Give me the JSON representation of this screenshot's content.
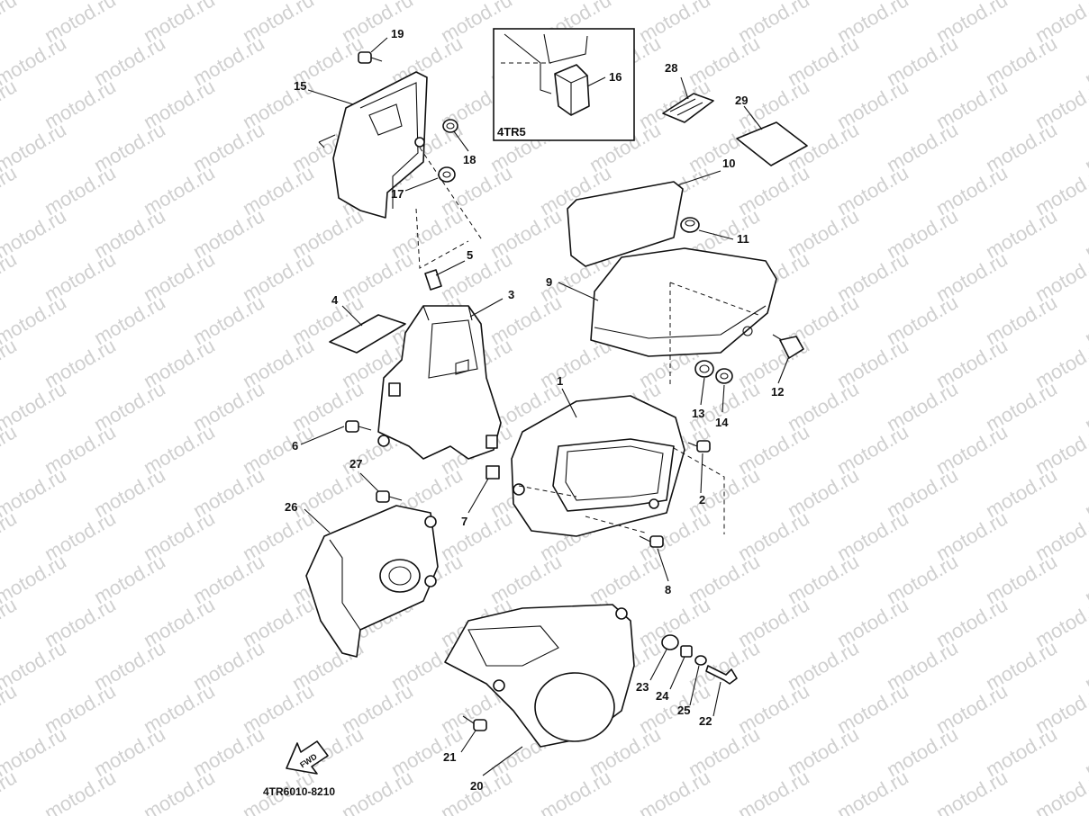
{
  "watermark": "motod.ru",
  "inset_label": "4TR5",
  "figure_code": "4TR6010-8210",
  "fwd_label": "FWD",
  "callouts": [
    "1",
    "2",
    "3",
    "4",
    "5",
    "6",
    "7",
    "8",
    "9",
    "10",
    "11",
    "12",
    "13",
    "14",
    "15",
    "16",
    "17",
    "18",
    "19",
    "20",
    "21",
    "22",
    "23",
    "24",
    "25",
    "26",
    "27",
    "28",
    "29"
  ]
}
